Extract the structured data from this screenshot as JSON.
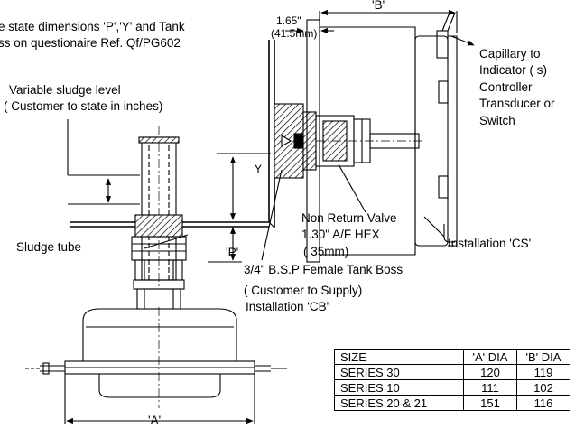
{
  "notes": {
    "line1": "e state dimensions 'P','Y' and Tank",
    "line2": "ss on questionaire Ref. Qf/PG602"
  },
  "labels": {
    "sludge_level_1": "Variable sludge level",
    "sludge_level_2": "( Customer to state in inches)",
    "sludge_tube": "Sludge tube",
    "dim_165": "1.65\"",
    "dim_415": "(41.5mm)",
    "dim_b": "'B'",
    "dim_a": "'A'",
    "dim_p": "'P'",
    "dim_y": "Y",
    "capillary_1": "Capillary to",
    "capillary_2": "Indicator ( s)",
    "capillary_3": "Controller",
    "capillary_4": "Transducer or",
    "capillary_5": "Switch",
    "nrv_1": "Non Return Valve",
    "nrv_2": "1.30\" A/F HEX",
    "nrv_3": "( 35mm)",
    "install_cs": "Installation 'CS'",
    "boss_1": "3/4\" B.S.P Female Tank Boss",
    "boss_2": "( Customer to Supply)",
    "install_cb": "Installation 'CB'"
  },
  "table": {
    "headers": [
      "SIZE",
      "'A' DIA",
      "'B' DIA"
    ],
    "rows": [
      [
        "SERIES 30",
        "120",
        "119"
      ],
      [
        "SERIES 10",
        "111",
        "102"
      ],
      [
        "SERIES 20 & 21",
        "151",
        "116"
      ]
    ]
  }
}
